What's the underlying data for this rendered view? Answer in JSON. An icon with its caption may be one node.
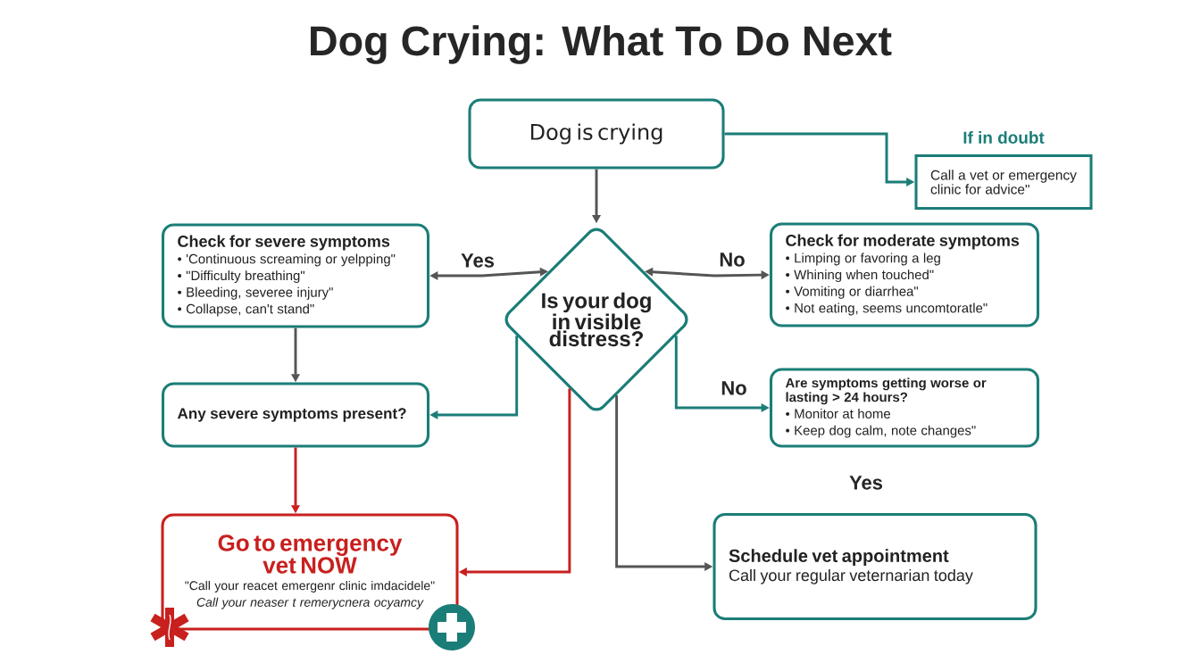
{
  "diagram": {
    "title": "Dog Crying: What To Do Next",
    "nodes": [
      {
        "text": [
          "Dog is crying"
        ]
      },
      {
        "text": [
          "If in doubt",
          "Call a vet or emergency clinic for advice\""
        ]
      },
      {
        "text": [
          "Check for severe symptoms",
          "• 'Continuous screaming or yelpping\"",
          "• \"Difficulty breathing\"",
          "• Bleeding, severee injury\"",
          "• Collapse, can't stand\""
        ]
      },
      {
        "text": [
          "Is your dog in visible distress?"
        ]
      },
      {
        "text": [
          "Check for moderate symptoms",
          "• Limping or favoring a leg",
          "• Whining when touched\"",
          "• Vomiting or diarrhea\"",
          "• Not eating, seems uncomtoratle\""
        ]
      },
      {
        "text": [
          "Any severe symptoms present?"
        ]
      },
      {
        "text": [
          "Are symptoms getting worse or lasting > 24 hours?",
          "• Monitor at home",
          "• Keep dog calm, note changes\""
        ]
      },
      {
        "text": [
          "Go to emergency vet NOW",
          "\"Call your reacet emergenr clinic imdacidele\"",
          "Call your neaser t remerycnera ocyamcy"
        ]
      },
      {
        "text": [
          "Schedule vet appointment",
          "Call your regular veternarian today"
        ]
      }
    ],
    "edges": [
      {
        "from": 0,
        "to": 3,
        "arrow": "to"
      },
      {
        "from": 0,
        "to": 1,
        "arrow": "to",
        "color": "#1b7d78"
      },
      {
        "from": 3,
        "to": 2,
        "arrow": "both",
        "label": "Yes"
      },
      {
        "from": 3,
        "to": 4,
        "arrow": "both",
        "label": "No"
      },
      {
        "from": 2,
        "to": 5,
        "arrow": "to"
      },
      {
        "from": 3,
        "to": 5,
        "arrow": "to",
        "color": "#1b7d78"
      },
      {
        "from": 3,
        "to": 6,
        "arrow": "to",
        "label": "No",
        "color": "#1b7d78"
      },
      {
        "from": 5,
        "to": 7,
        "arrow": "to",
        "color": "#c8201e"
      },
      {
        "from": 3,
        "to": 7,
        "arrow": "to",
        "color": "#c8201e"
      },
      {
        "from": 3,
        "to": 8,
        "arrow": "to"
      }
    ],
    "labels": [
      "Yes"
    ]
  }
}
